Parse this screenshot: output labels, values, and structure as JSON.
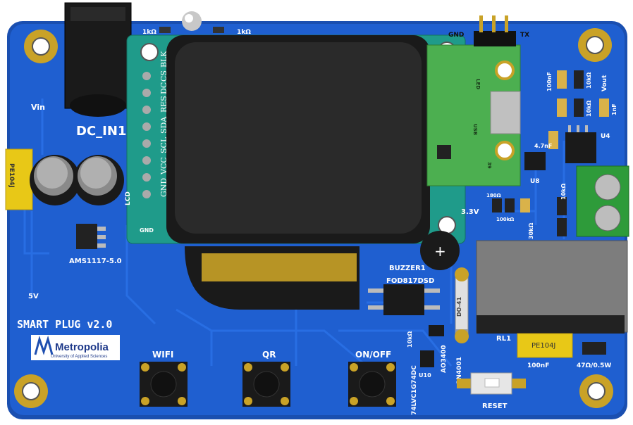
{
  "board": {
    "title": "SMART PLUG v2.0",
    "logo_text": "Metropolia",
    "logo_subtext": "University of Applied Sciences",
    "colors": {
      "pcb": "#1f5fd0",
      "pcb_dark": "#1a4fb0",
      "trace": "#2a70e6",
      "pad": "#c9a227",
      "silk": "#ffffff",
      "display_pcb": "#1f9b8a",
      "terminal": "#2e9b3a",
      "relay": "#7d7d7d"
    }
  },
  "labels": {
    "power_jack": "DC_IN1",
    "vin": "Vin",
    "regulator": "AMS1117-5.0",
    "five_v": "5V",
    "lcd": "LCD",
    "lcd_pins": [
      "GND",
      "VCC",
      "SCL",
      "SDA",
      "RES",
      "DC",
      "CS",
      "BLK"
    ],
    "lcd_gnd": "GND",
    "res_left": "1kΩ",
    "res_right": "1kΩ",
    "header_gnd": "GND",
    "header_tx": "TX",
    "cap_yellow_left": "PE104J",
    "cap_yellow_right": "PE104J",
    "buzzer": "BUZZER1",
    "optocoupler": "FOD817DSD",
    "diode": "1N4001",
    "diode_pkg": "DO-41",
    "mosfet": "AO3400",
    "ic_u10": "U10",
    "logic_ic": "74LVC1G74DC",
    "relay": "RL1",
    "res_power": "47Ω/0.5W",
    "cap_100nf": "100nF",
    "three_v3": "3.3V",
    "u4": "U4",
    "u8": "U8",
    "vout": "Vout",
    "r_10k": "10kΩ",
    "r_100k": "100kΩ",
    "r_180": "180Ω",
    "r_30k": "30kΩ",
    "c_47n": "4.7nF",
    "c_1n": "1nF",
    "usb": "USB",
    "led": "LED",
    "n_39": "39"
  },
  "buttons": {
    "wifi": "WIFI",
    "qr": "QR",
    "onoff": "ON/OFF",
    "reset": "RESET"
  }
}
